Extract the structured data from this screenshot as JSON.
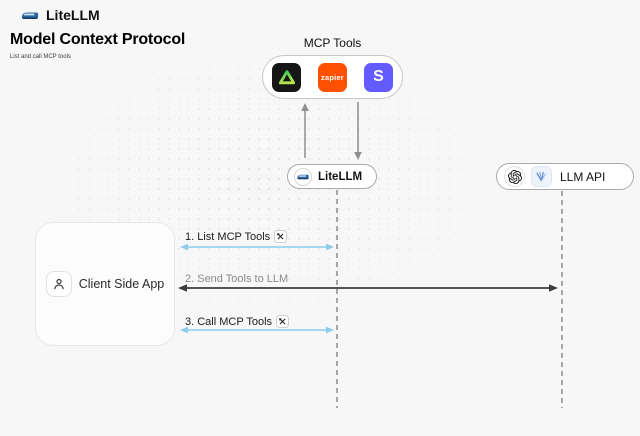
{
  "header": {
    "brand": "LiteLLM"
  },
  "page": {
    "title": "Model Context Protocol",
    "subtitle": "List and call MCP tools"
  },
  "mcp_tools": {
    "label": "MCP Tools",
    "items": [
      {
        "name": "green-triangle-tool",
        "label": ""
      },
      {
        "name": "zapier",
        "label": "zapier"
      },
      {
        "name": "stripe",
        "label": "S"
      }
    ]
  },
  "nodes": {
    "litellm": {
      "label": "LiteLLM"
    },
    "llm_api": {
      "label": "LLM API"
    },
    "client": {
      "label": "Client Side App"
    }
  },
  "sequence": {
    "arrows": [
      {
        "step": 1,
        "label": "1. List MCP Tools",
        "has_tools_icon": true,
        "color": "blue",
        "from": "client",
        "to": "litellm"
      },
      {
        "step": 2,
        "label": "2. Send Tools to LLM",
        "has_tools_icon": false,
        "color": "dark",
        "from": "client",
        "to": "llm_api"
      },
      {
        "step": 3,
        "label": "3. Call MCP Tools",
        "has_tools_icon": true,
        "color": "blue",
        "from": "client",
        "to": "litellm"
      }
    ]
  },
  "colors": {
    "canvas_bg": "#f7f7f8",
    "accent_blue": "#8fcbec",
    "arrow_dark": "#3d3d3d",
    "line_gray": "#8f8f8f",
    "lifeline_gray": "#a6a6a6",
    "zapier_orange": "#FF4F00",
    "stripe_purple": "#635BFF",
    "tile_black": "#161616",
    "triangle_green": "#41d95d",
    "train_blue": "#2b66a3"
  }
}
